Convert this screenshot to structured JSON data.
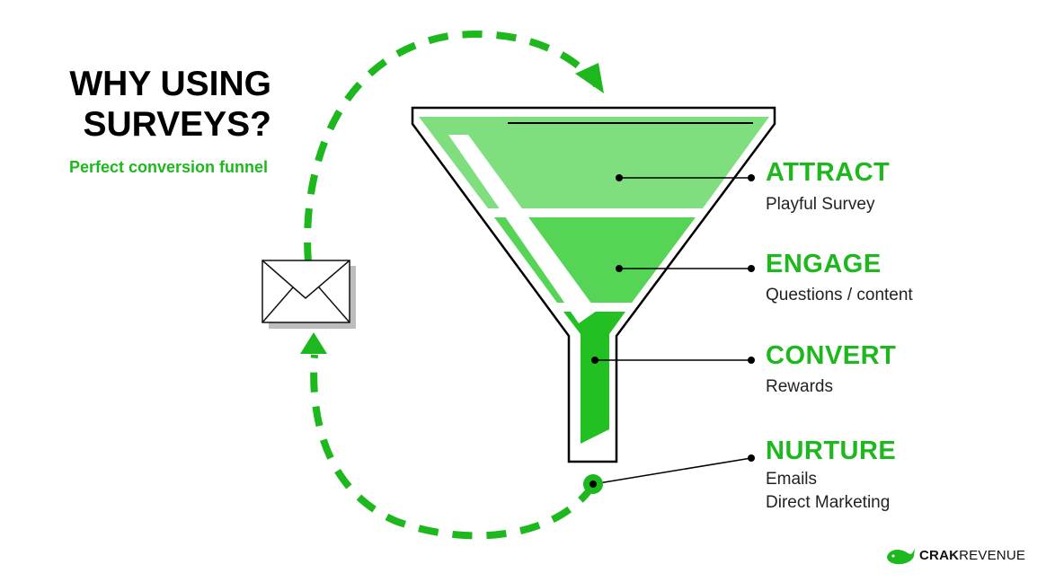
{
  "heading": {
    "line1": "WHY USING",
    "line2": "SURVEYS?",
    "subtitle": "Perfect conversion funnel"
  },
  "stages": [
    {
      "label": "ATTRACT",
      "desc": [
        "Playful Survey"
      ]
    },
    {
      "label": "ENGAGE",
      "desc": [
        "Questions / content"
      ]
    },
    {
      "label": "CONVERT",
      "desc": [
        "Rewards"
      ]
    },
    {
      "label": "NURTURE",
      "desc": [
        "Emails",
        "Direct Marketing"
      ]
    }
  ],
  "brand": {
    "bold": "CRAK",
    "regular": "REVENUE"
  },
  "colors": {
    "accent": "#1db81d",
    "funnel_top": "#7fdf7f",
    "funnel_mid": "#55d455",
    "funnel_bottom": "#22c022"
  },
  "icons": [
    "envelope-icon",
    "whale-logo-icon",
    "arrow-head-icon"
  ]
}
